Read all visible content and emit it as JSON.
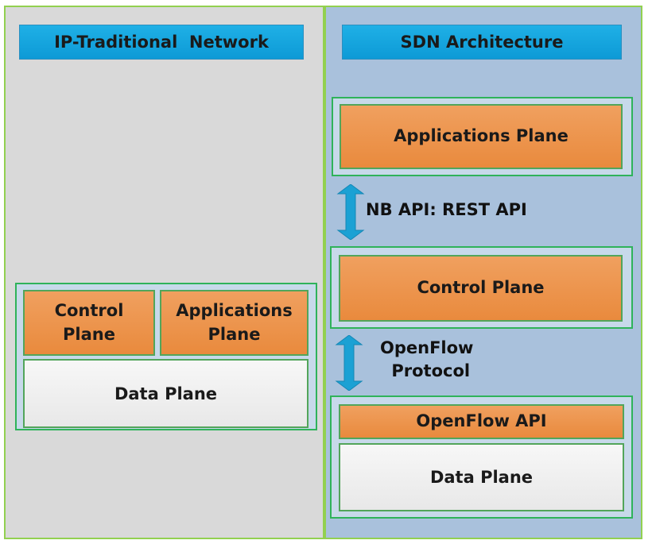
{
  "colors": {
    "left_panel_bg": "#d9d9d9",
    "right_panel_bg": "#a9c1dc",
    "title_bar": "#1fb0e6",
    "plane_orange": "#ec9148",
    "data_plane_white": "#f2f2f2",
    "border_green": "#2fb35a",
    "arrow_blue": "#1ba1d4"
  },
  "traditional": {
    "title": "IP-Traditional  Network",
    "control_plane_line1": "Control",
    "control_plane_line2": "Plane",
    "applications_plane_line1": "Applications",
    "applications_plane_line2": "Plane",
    "data_plane": "Data Plane"
  },
  "sdn": {
    "title": "SDN Architecture",
    "applications_plane": "Applications Plane",
    "nb_api_label": "NB API: REST API",
    "control_plane": "Control Plane",
    "openflow_label_line1": "OpenFlow",
    "openflow_label_line2": "Protocol",
    "openflow_api": "OpenFlow API",
    "data_plane": "Data Plane"
  }
}
